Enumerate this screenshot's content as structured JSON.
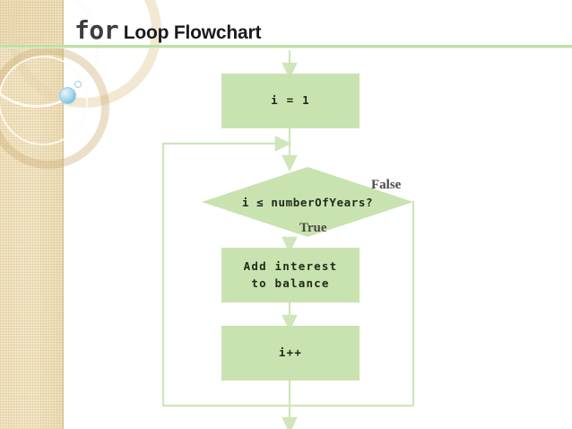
{
  "slide": {
    "title": {
      "keyword": "for",
      "rest": " Loop Flowchart"
    },
    "accent_color": "#bfe0a7",
    "node_fill_color": "#c9e3b0",
    "node_border_color": "#b6d89a",
    "connector_color": "#cfe6ba",
    "sidebar_color": "#f0e2bd",
    "bubble_color": "#7fc4e4"
  },
  "flowchart": {
    "type": "flowchart",
    "nodes": [
      {
        "id": "init",
        "shape": "rectangle",
        "text": "i = 1"
      },
      {
        "id": "cond",
        "shape": "diamond",
        "text": "i ≤ numberOfYears?"
      },
      {
        "id": "body",
        "shape": "rectangle",
        "text": "Add interest\nto balance"
      },
      {
        "id": "incr",
        "shape": "rectangle",
        "text": "i++"
      }
    ],
    "edges": [
      {
        "from": "entry",
        "to": "init",
        "label": ""
      },
      {
        "from": "init",
        "to": "cond",
        "label": ""
      },
      {
        "from": "cond",
        "to": "body",
        "label": "True"
      },
      {
        "from": "cond",
        "to": "exit",
        "label": "False"
      },
      {
        "from": "body",
        "to": "incr",
        "label": ""
      },
      {
        "from": "incr",
        "to": "cond",
        "label": ""
      }
    ],
    "labels": {
      "true": "True",
      "false": "False"
    }
  }
}
